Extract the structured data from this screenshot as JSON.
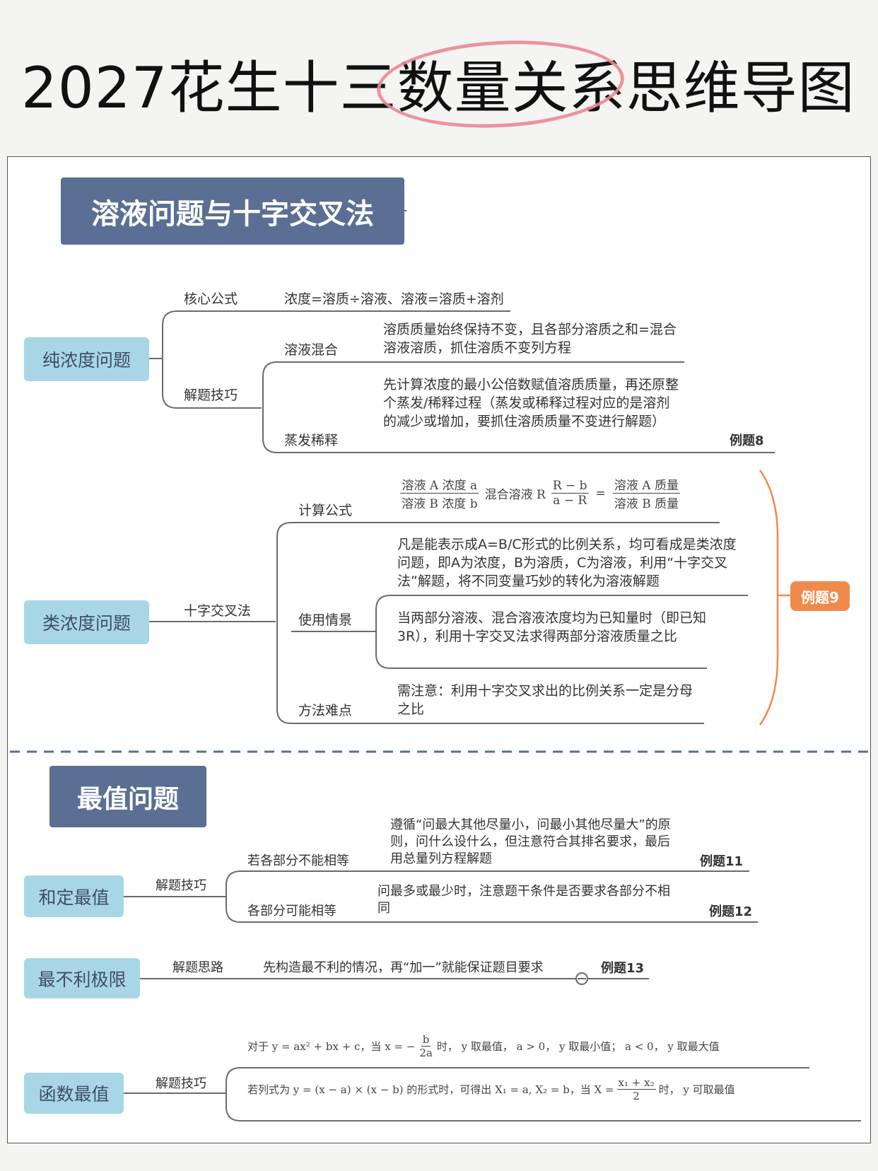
{
  "title": "2027花生十三数量关系思维导图",
  "section1": {
    "header": "溶液问题与十字交叉法",
    "topic1": {
      "label": "纯浓度问题",
      "core_formula_label": "核心公式",
      "core_formula_text": "浓度=溶质÷溶液、溶液=溶质+溶剂",
      "technique_label": "解题技巧",
      "mix_label": "溶液混合",
      "mix_text": "溶质质量始终保持不变，且各部分溶质之和=混合溶液溶质，抓住溶质不变列方程",
      "evap_label": "蒸发稀释",
      "evap_text": "先计算浓度的最小公倍数赋值溶质质量，再还原整个蒸发/稀释过程（蒸发或稀释过程对应的是溶剂的减少或增加，要抓住溶质质量不变进行解题）",
      "example": "例题8"
    },
    "topic2": {
      "label": "类浓度问题",
      "method_label": "十字交叉法",
      "calc_label": "计算公式",
      "formula": {
        "f1_num": "溶液 A 浓度 a",
        "f1_den": "溶液 B 浓度 b",
        "mid": "混合溶液 R",
        "f2_num": "R − b",
        "f2_den": "a − R",
        "eq": "=",
        "f3_num": "溶液 A 质量",
        "f3_den": "溶液 B 质量"
      },
      "usage_label": "使用情景",
      "usage_text1": "凡是能表示成A=B/C形式的比例关系，均可看成是类浓度问题，即A为浓度，B为溶质，C为溶液，利用“十字交叉法”解题，将不同变量巧妙的转化为溶液解题",
      "usage_text2": "当两部分溶液、混合溶液浓度均为已知量时（即已知3R），利用十字交叉法求得两部分溶液质量之比",
      "difficulty_label": "方法难点",
      "difficulty_text": "需注意：利用十字交叉求出的比例关系一定是分母之比",
      "example": "例题9"
    }
  },
  "section2": {
    "header": "最值问题",
    "topic1": {
      "label": "和定最值",
      "technique_label": "解题技巧",
      "branch1_label": "若各部分不能相等",
      "branch1_text": "遵循“问最大其他尽量小，问最小其他尽量大”的原则，问什么设什么，但注意符合其排名要求，最后用总量列方程解题",
      "branch1_example": "例题11",
      "branch2_label": "各部分可能相等",
      "branch2_text": "问最多或最少时，注意题干条件是否要求各部分不相同",
      "branch2_example": "例题12"
    },
    "topic2": {
      "label": "最不利极限",
      "approach_label": "解题思路",
      "text": "先构造最不利的情况，再“加一”就能保证题目要求",
      "example": "例题13"
    },
    "topic3": {
      "label": "函数最值",
      "technique_label": "解题技巧",
      "line1_a": "对于 y = ax² + bx + c，当 x = −",
      "line1_num": "b",
      "line1_den": "2a",
      "line1_b": "时， y 取最值， a > 0， y 取最小值； a < 0， y 取最大值",
      "line2_a": "若列式为 y = (x − a) × (x − b) 的形式时，可得出 X₁ = a, X₂ = b，当 X =",
      "line2_num": "x₁ + x₂",
      "line2_den": "2",
      "line2_b": "时， y 可取最值"
    }
  },
  "colors": {
    "header_bg": "#5a6f93",
    "topic_bg": "#a9d6e5",
    "badge_bg": "#f08a4b",
    "bracket": "#f08a4b",
    "highlight": "#e98a90"
  }
}
